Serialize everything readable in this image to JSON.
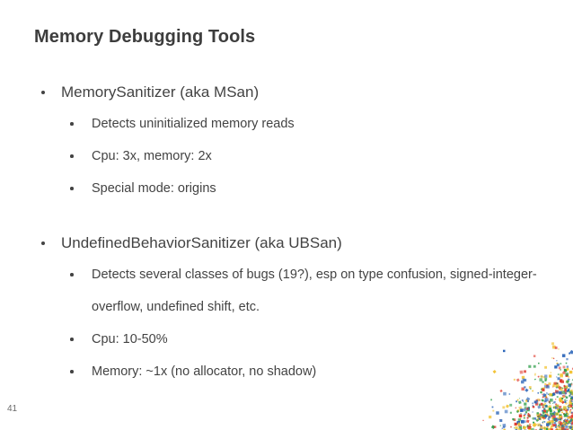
{
  "slide": {
    "title": "Memory Debugging Tools",
    "page_number": "41",
    "background_color": "#ffffff",
    "title_color": "#3d3d3d",
    "body_text_color": "#434343",
    "bullets": [
      {
        "level": 1,
        "text": "MemorySanitizer (aka MSan)"
      },
      {
        "level": 2,
        "text": "Detects uninitialized memory reads"
      },
      {
        "level": 2,
        "text": "Cpu: 3x, memory: 2x"
      },
      {
        "level": 2,
        "text": "Special mode: origins"
      },
      {
        "level": 1,
        "text": "UndefinedBehaviorSanitizer (aka UBSan)"
      },
      {
        "level": 2,
        "text": "Detects several classes of bugs (19?), esp on type confusion, signed-integer-overflow, undefined shift, etc."
      },
      {
        "level": 2,
        "text": "Cpu: 10-50%"
      },
      {
        "level": 2,
        "text": "Memory: ~1x (no allocator, no shadow)"
      }
    ],
    "decoration": {
      "name": "confetti-decoration",
      "colors": [
        "#e03b2f",
        "#2a64b8",
        "#2f9e4a",
        "#f2c230"
      ]
    }
  }
}
